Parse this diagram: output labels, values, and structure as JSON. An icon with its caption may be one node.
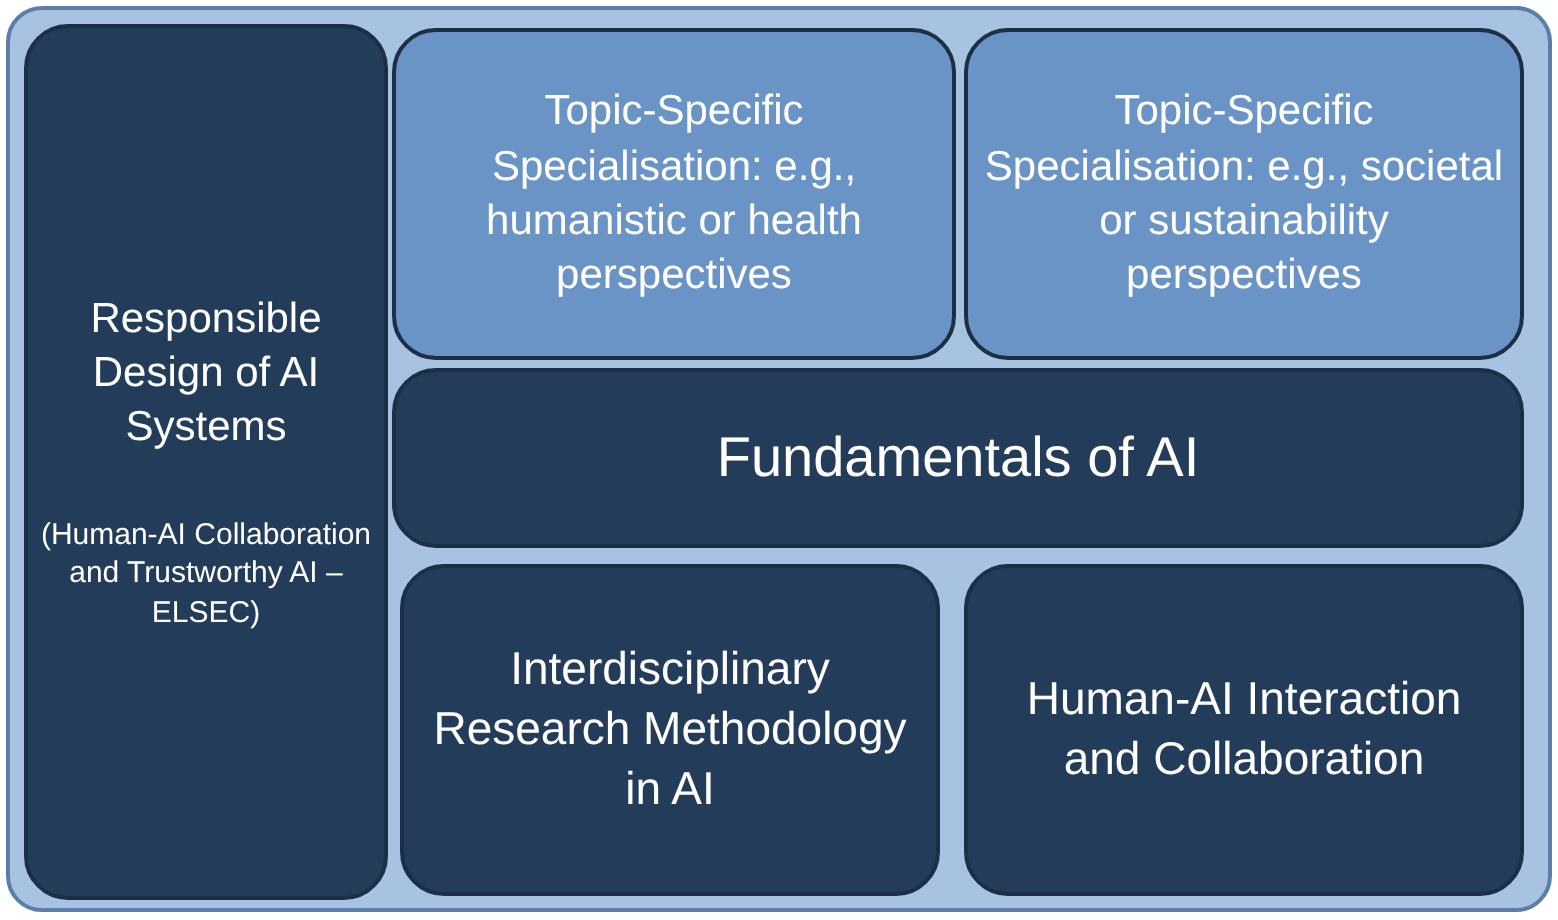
{
  "diagram": {
    "nodes": [
      {
        "text": [],
        "shape": "box"
      },
      {
        "text": [
          "Responsible Design of AI Systems",
          "(Human-AI Collaboration and Trustworthy AI – ELSEC)"
        ],
        "in": 0
      },
      {
        "text": [
          "Topic-Specific Specialisation: e.g., humanistic or health perspectives"
        ],
        "in": 0
      },
      {
        "text": [
          "Topic-Specific Specialisation: e.g., societal or sustainability perspectives"
        ],
        "in": 0
      },
      {
        "text": [
          "Fundamentals of AI"
        ],
        "in": 0
      },
      {
        "text": [
          "Interdisciplinary Research Methodology in AI"
        ],
        "in": 0
      },
      {
        "text": [
          "Human-AI Interaction and Collaboration"
        ],
        "in": 0
      }
    ],
    "edges": []
  }
}
